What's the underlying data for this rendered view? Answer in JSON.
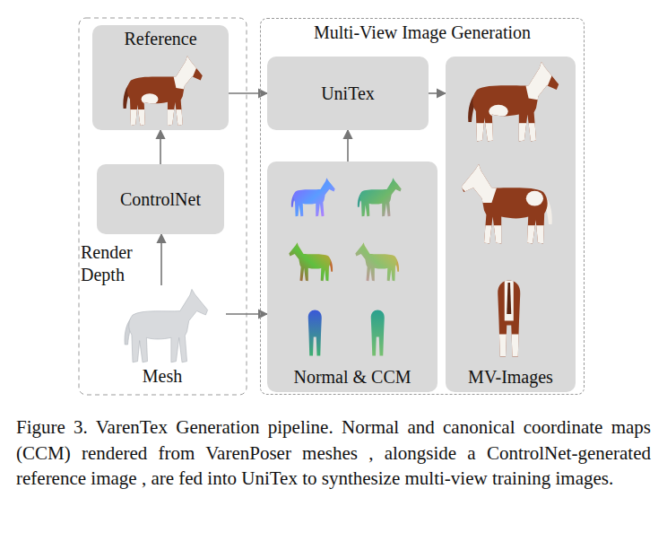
{
  "diagram": {
    "caption": "Figure 3. VarenTex Generation pipeline. Normal and canonical coordinate maps (CCM) rendered from VarenPoser meshes , alongside a ControlNet-generated reference image , are fed into UniTex to synthesize multi-view training images.",
    "nodes": [
      {
        "text": [
          "Reference"
        ]
      },
      {
        "text": [
          "ControlNet"
        ]
      },
      {
        "text": [
          "Mesh"
        ]
      },
      {
        "text": [
          "Multi-View Image Generation"
        ]
      },
      {
        "text": [
          "UniTex"
        ],
        "in": 3
      },
      {
        "text": [
          "Normal & CCM"
        ],
        "in": 3
      },
      {
        "text": [
          "MV-Images"
        ],
        "in": 3
      }
    ],
    "edges": [
      {
        "from": 2,
        "to": 1,
        "arrow": "to",
        "label": "Render Depth"
      },
      {
        "from": 1,
        "to": 0,
        "arrow": "to"
      },
      {
        "from": 0,
        "to": 4,
        "arrow": "to"
      },
      {
        "from": 2,
        "to": 5,
        "arrow": "to"
      },
      {
        "from": 5,
        "to": 4,
        "arrow": "to"
      },
      {
        "from": 4,
        "to": 6,
        "arrow": "to"
      }
    ]
  }
}
